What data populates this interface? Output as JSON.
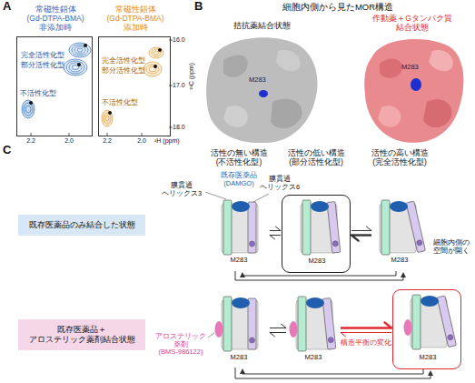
{
  "diagram": {
    "nodes": [
      {
        "text": [
          "常磁性錯体 (Gd-DTPA-BMA) 非添加時",
          "完全活性化型",
          "部分活性化型",
          "不活性化型"
        ]
      },
      {
        "text": [
          "常磁性錯体 (Gd-DTPA-BMA) 添加時",
          "完全活性化型",
          "部分活性化型",
          "不活性化型"
        ]
      },
      {
        "text": [
          "拮抗薬結合状態",
          "M283"
        ]
      },
      {
        "text": [
          "作動薬＋Gタンパク質 結合状態",
          "M283"
        ]
      },
      {
        "text": [
          "既存医薬品のみ結合した状態"
        ]
      },
      {
        "text": [
          "M283"
        ]
      },
      {
        "text": [
          "M283"
        ]
      },
      {
        "text": [
          "M283"
        ]
      },
      {
        "text": [
          "既存医薬品＋ アロステリック薬剤結合状態"
        ]
      },
      {
        "text": [
          "M283"
        ]
      },
      {
        "text": [
          "M283"
        ]
      },
      {
        "text": [
          "M283"
        ]
      }
    ],
    "edges": [
      {
        "from": 5,
        "to": 6,
        "arrow": "both"
      },
      {
        "from": 6,
        "to": 7,
        "arrow": "both"
      },
      {
        "from": 5,
        "to": 7,
        "arrow": "both"
      },
      {
        "from": 9,
        "to": 10,
        "arrow": "both"
      },
      {
        "from": 10,
        "to": 11,
        "arrow": "both",
        "label": "構造平衡の変化"
      },
      {
        "from": 9,
        "to": 11,
        "arrow": "both"
      }
    ],
    "labels": [
      "A",
      "2.2",
      "2.0",
      "2.2",
      "2.0",
      "¹H (ppm)",
      "16.0",
      "17.0",
      "18.0",
      "¹³C (ppm)",
      "B",
      "細胞内側から見たMOR構造",
      "C",
      "活性の無い構造 (不活性化型)",
      "活性の低い構造 (部分活性化型)",
      "活性の高い構造 (完全活性化型)",
      "膜貫通 ヘリックス3",
      "既存医薬品 (DAMGO)",
      "膜貫通 ヘリックス6",
      "細胞内側の 空間が開く",
      "アロステリック 薬剤 (BMS-986122)"
    ]
  }
}
